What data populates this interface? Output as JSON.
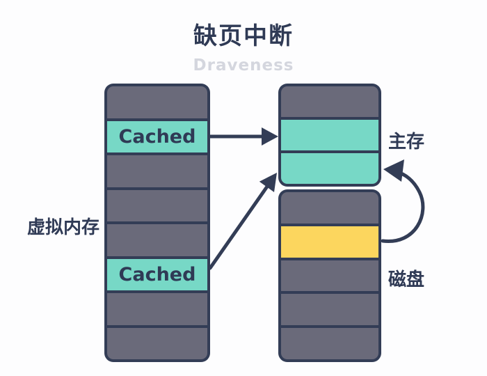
{
  "title": "缺页中断",
  "watermark": "Draveness",
  "labels": {
    "virtual_memory": "虚拟内存",
    "main_memory": "主存",
    "disk": "磁盘"
  },
  "columns": {
    "virtual_memory": {
      "rows": [
        {
          "type": "gray",
          "label": ""
        },
        {
          "type": "teal",
          "label": "Cached"
        },
        {
          "type": "gray",
          "label": ""
        },
        {
          "type": "gray",
          "label": ""
        },
        {
          "type": "gray",
          "label": ""
        },
        {
          "type": "teal",
          "label": "Cached"
        },
        {
          "type": "gray",
          "label": ""
        },
        {
          "type": "gray",
          "label": ""
        }
      ]
    },
    "main_memory": {
      "rows": [
        {
          "type": "gray",
          "label": ""
        },
        {
          "type": "teal",
          "label": ""
        },
        {
          "type": "teal",
          "label": ""
        }
      ]
    },
    "disk": {
      "rows": [
        {
          "type": "gray",
          "label": ""
        },
        {
          "type": "yellow",
          "label": ""
        },
        {
          "type": "gray",
          "label": ""
        },
        {
          "type": "gray",
          "label": ""
        },
        {
          "type": "gray",
          "label": ""
        }
      ]
    }
  },
  "arrows": [
    {
      "name": "cached-upper-to-main-memory",
      "shape": "straight-horizontal"
    },
    {
      "name": "cached-lower-to-main-memory",
      "shape": "straight-diagonal"
    },
    {
      "name": "disk-to-main-memory",
      "shape": "curved"
    }
  ],
  "colors": {
    "navy": "#333d56",
    "row_gray": "#6a6a7a",
    "row_teal": "#77d8c6",
    "row_yellow": "#fcd65e",
    "text_navy": "#2f3a55",
    "watermark_gray": "#d4d6de",
    "background": "#fdfdfe"
  }
}
